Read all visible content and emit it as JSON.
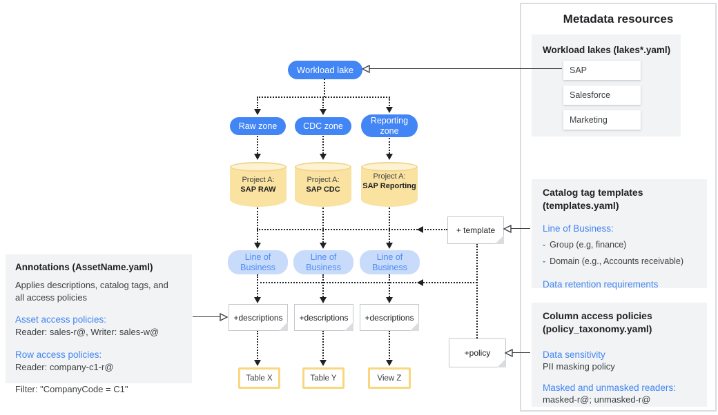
{
  "diagram": {
    "workload_lake": {
      "label": "Workload lake"
    },
    "zones": [
      {
        "label": "Raw zone"
      },
      {
        "label": "CDC zone"
      },
      {
        "label": "Reporting zone"
      }
    ],
    "projects": [
      {
        "prefix": "Project A:",
        "name": "SAP RAW"
      },
      {
        "prefix": "Project A:",
        "name": "SAP CDC"
      },
      {
        "prefix": "Project A:",
        "name": "SAP Reporting"
      }
    ],
    "lob_pills": [
      {
        "label": "Line of Business"
      },
      {
        "label": "Line of Business"
      },
      {
        "label": "Line of Business"
      }
    ],
    "description_notes": [
      {
        "label": "+descriptions"
      },
      {
        "label": "+descriptions"
      },
      {
        "label": "+descriptions"
      }
    ],
    "template_note": {
      "label": "+ template"
    },
    "policy_note": {
      "label": "+policy"
    },
    "assets": [
      {
        "label": "Table X"
      },
      {
        "label": "Table Y"
      },
      {
        "label": "View Z"
      }
    ]
  },
  "annotations_panel": {
    "title": "Annotations (AssetName.yaml)",
    "description": "Applies descriptions, catalog tags, and all access policies",
    "asset_access_heading": "Asset access policies:",
    "asset_access_value": "Reader: sales-r@, Writer: sales-w@",
    "row_access_heading": "Row access policies:",
    "row_access_value": "Reader: company-c1-r@",
    "filter_value": "Filter: \"CompanyCode = C1\""
  },
  "metadata_panel": {
    "title": "Metadata resources",
    "workload_lakes": {
      "heading": "Workload lakes (lakes*.yaml)",
      "items": [
        {
          "label": "SAP"
        },
        {
          "label": "Salesforce"
        },
        {
          "label": "Marketing"
        }
      ]
    },
    "catalog_templates": {
      "heading": "Catalog tag templates (templates.yaml)",
      "lob_heading": "Line of Business:",
      "bullets": [
        {
          "dash": "-",
          "label": "Group (e.g, finance)"
        },
        {
          "dash": "-",
          "label": "Domain (e.g., Accounts receivable)"
        }
      ],
      "retention_heading": "Data retention requirements"
    },
    "column_policies": {
      "heading": "Column access policies (policy_taxonomy.yaml)",
      "sensitivity_heading": "Data sensitivity",
      "sensitivity_value": "PII masking policy",
      "readers_heading": "Masked and unmasked readers:",
      "readers_value": "masked-r@; unmasked-r@"
    }
  },
  "colors": {
    "accent_blue": "#4285F4",
    "lob_pill_bg": "#C8DBFA",
    "cylinder_fill": "#FAE2A1",
    "cylinder_top": "#FDF3D3",
    "asset_border": "#F9D77E",
    "section_bg": "#F1F3F4",
    "panel_border": "#DADCE0",
    "text_dark": "#202124",
    "text_body": "#3C4043"
  }
}
